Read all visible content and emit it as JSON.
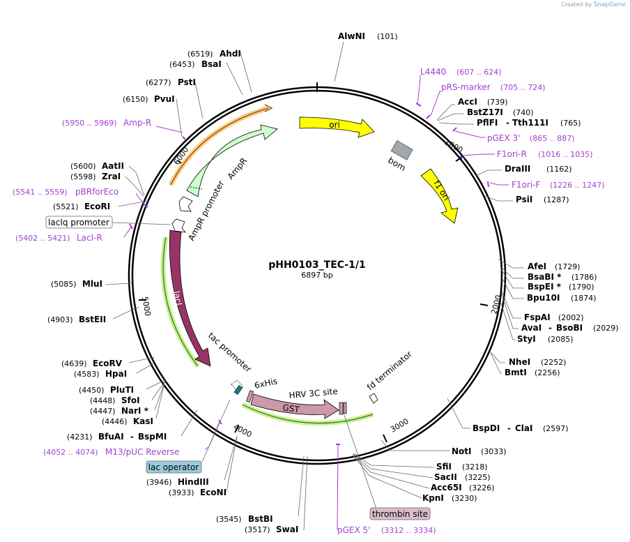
{
  "credit": {
    "prefix": "Created by",
    "brand": "SnapGene"
  },
  "plasmid": {
    "name": "pHH0103_TEC-1/1",
    "length": "6897 bp"
  },
  "ticks": [
    "1000",
    "2000",
    "3000",
    "4000",
    "5000",
    "6000"
  ],
  "enzymes": [
    {
      "name": "AlwNI",
      "pos": "(101)"
    },
    {
      "name": "AccI",
      "pos": "(739)"
    },
    {
      "name": "BstZ17I",
      "pos": "(740)"
    },
    {
      "name": "PflFI",
      "name2": "Tth111I",
      "pos": "(765)"
    },
    {
      "name": "DraIII",
      "pos": "(1162)"
    },
    {
      "name": "PsiI",
      "pos": "(1287)"
    },
    {
      "name": "AfeI",
      "pos": "(1729)"
    },
    {
      "name": "BsaBI *",
      "pos": "(1786)"
    },
    {
      "name": "BspEI *",
      "pos": "(1790)"
    },
    {
      "name": "Bpu10I",
      "pos": "(1874)"
    },
    {
      "name": "FspAI",
      "pos": "(2002)"
    },
    {
      "name": "AvaI",
      "name2": "BsoBI",
      "pos": "(2029)"
    },
    {
      "name": "StyI",
      "pos": "(2085)"
    },
    {
      "name": "NheI",
      "pos": "(2252)"
    },
    {
      "name": "BmtI",
      "pos": "(2256)"
    },
    {
      "name": "BspDI",
      "name2": "ClaI",
      "pos": "(2597)"
    },
    {
      "name": "NotI",
      "pos": "(3033)"
    },
    {
      "name": "SfiI",
      "pos": "(3218)"
    },
    {
      "name": "SacII",
      "pos": "(3225)"
    },
    {
      "name": "Acc65I",
      "pos": "(3226)"
    },
    {
      "name": "KpnI",
      "pos": "(3230)"
    },
    {
      "name": "BstBI",
      "pos": "(3545)"
    },
    {
      "name": "SwaI",
      "pos": "(3517)"
    },
    {
      "name": "HindIII",
      "pos": "(3946)"
    },
    {
      "name": "EcoNI",
      "pos": "(3933)"
    },
    {
      "name": "BfuAI",
      "name2": "BspMI",
      "pos": "(4231)"
    },
    {
      "name": "KasI",
      "pos": "(4446)"
    },
    {
      "name": "NarI *",
      "pos": "(4447)"
    },
    {
      "name": "SfoI",
      "pos": "(4448)"
    },
    {
      "name": "PluTI",
      "pos": "(4450)"
    },
    {
      "name": "HpaI",
      "pos": "(4583)"
    },
    {
      "name": "EcoRV",
      "pos": "(4639)"
    },
    {
      "name": "BstEII",
      "pos": "(4903)"
    },
    {
      "name": "MluI",
      "pos": "(5085)"
    },
    {
      "name": "EcoRI",
      "pos": "(5521)"
    },
    {
      "name": "ZraI",
      "pos": "(5598)"
    },
    {
      "name": "AatII",
      "pos": "(5600)"
    },
    {
      "name": "PvuI",
      "pos": "(6150)"
    },
    {
      "name": "PstI",
      "pos": "(6277)"
    },
    {
      "name": "BsaI",
      "pos": "(6453)"
    },
    {
      "name": "AhdI",
      "pos": "(6519)"
    }
  ],
  "primers": [
    {
      "name": "L4440",
      "range": "(607 .. 624)"
    },
    {
      "name": "pRS-marker",
      "range": "(705 .. 724)"
    },
    {
      "name": "pGEX 3'",
      "range": "(865 .. 887)"
    },
    {
      "name": "F1ori-R",
      "range": "(1016 .. 1035)"
    },
    {
      "name": "F1ori-F",
      "range": "(1226 .. 1247)"
    },
    {
      "name": "pGEX 5'",
      "range": "(3312 .. 3334)"
    },
    {
      "name": "M13/pUC Reverse",
      "range": "(4052 .. 4074)"
    },
    {
      "name": "LacI-R",
      "range": "(5402 .. 5421)"
    },
    {
      "name": "pBRforEco",
      "range": "(5541 .. 5559)"
    },
    {
      "name": "Amp-R",
      "range": "(5950 .. 5969)"
    }
  ],
  "features": [
    {
      "name": "ori"
    },
    {
      "name": "bom"
    },
    {
      "name": "f1 ori"
    },
    {
      "name": "AmpR"
    },
    {
      "name": "AmpR promoter"
    },
    {
      "name": "lacI"
    },
    {
      "name": "tac promoter"
    },
    {
      "name": "6xHis"
    },
    {
      "name": "GST"
    },
    {
      "name": "HRV 3C site"
    },
    {
      "name": "fd terminator"
    }
  ],
  "boxed": [
    {
      "name": "lacIq promoter"
    },
    {
      "name": "lac operator"
    },
    {
      "name": "thrombin site"
    }
  ],
  "colors": {
    "ori": "#ffff00",
    "bom": "#a0a8ac",
    "f1ori": "#ffff00",
    "ampr": "#ccffcc",
    "laci": "#993366",
    "gst": "#cc99aa",
    "orange_glow": "#ffcc88",
    "green_glow": "#ccee99",
    "primer": "#a040d0",
    "lac_operator_bg": "#99ccdd",
    "thrombin_bg": "#ddbbcc"
  }
}
